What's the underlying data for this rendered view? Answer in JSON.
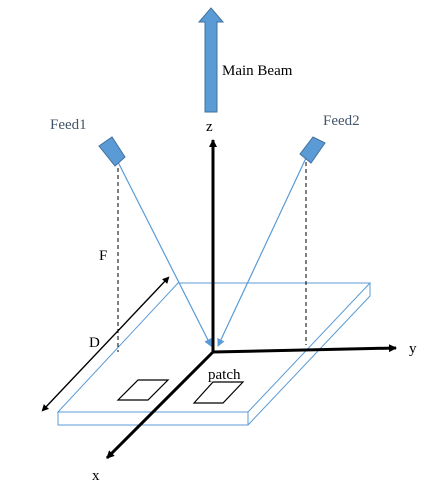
{
  "labels": {
    "main_beam": "Main Beam",
    "feed1": "Feed1",
    "feed2": "Feed2",
    "axis_x": "x",
    "axis_y": "y",
    "axis_z": "z",
    "focal_length": "F",
    "diameter": "D",
    "patch": "patch"
  },
  "colors": {
    "feed": "#5b9bd5",
    "feed_edge": "#41719c",
    "ray": "#5b9bd5",
    "board": "#5b9bd5",
    "axis": "#000000",
    "feed_label": "#44546a"
  }
}
